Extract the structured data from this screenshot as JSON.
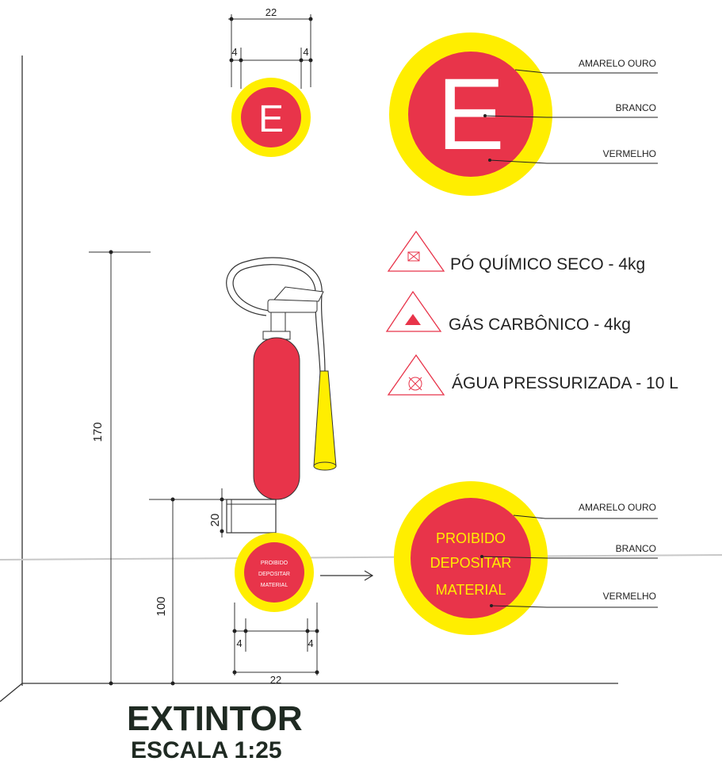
{
  "dimensions": {
    "top_width": "22",
    "top_left_inset": "4",
    "top_right_inset": "4",
    "height_total": "170",
    "height_floor": "100",
    "support_height": "20",
    "bottom_left_inset": "4",
    "bottom_right_inset": "4",
    "bottom_width": "22"
  },
  "sign_e": {
    "letter": "E",
    "labels": [
      "AMARELO OURO",
      "BRANCO",
      "VERMELHO"
    ]
  },
  "sign_prohibited": {
    "text_lines": [
      "PROIBIDO",
      "DEPOSITAR",
      "MATERIAL"
    ],
    "labels": [
      "AMARELO OURO",
      "BRANCO",
      "VERMELHO"
    ]
  },
  "legend": [
    {
      "icon": "triangle-crossed-square-icon",
      "text": "PÓ QUÍMICO SECO - 4kg"
    },
    {
      "icon": "triangle-filled-icon",
      "text": "GÁS CARBÔNICO - 4kg"
    },
    {
      "icon": "triangle-crossed-circle-icon",
      "text": "ÁGUA PRESSURIZADA  - 10 L"
    }
  ],
  "title": "EXTINTOR",
  "scale": "ESCALA 1:25",
  "colors": {
    "red": "#e8344a",
    "yellow": "#ffee00",
    "white": "#ffffff",
    "line": "#222222"
  }
}
